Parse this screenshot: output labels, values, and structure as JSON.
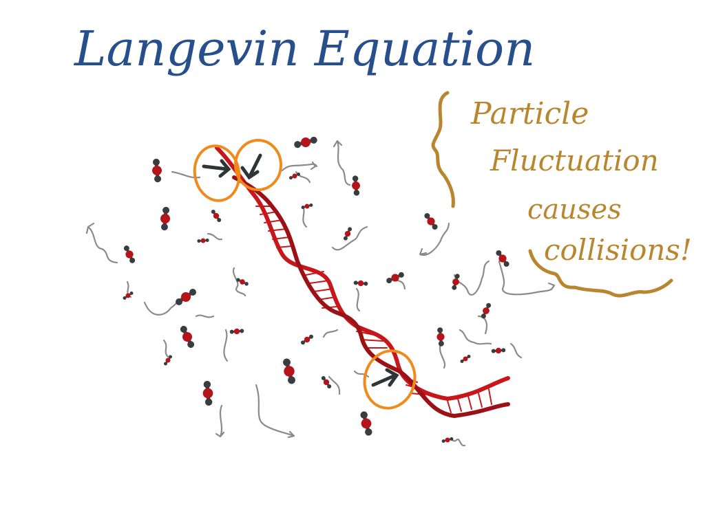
{
  "title": "Langevin Equation",
  "annotation": {
    "line1": "Particle",
    "line2": "Fluctuation",
    "line3": "causes",
    "line4": "collisions!"
  },
  "colors": {
    "title": "#264f8c",
    "annotation": "#b8862f",
    "dna": "#c8161b",
    "dna_dark": "#9c1116",
    "collision_circle": "#f08a1c",
    "arrow": "#2f3437",
    "oxygen": "#b5141b",
    "hydrogen": "#3a3d40",
    "trail": "#8a8a8a"
  }
}
